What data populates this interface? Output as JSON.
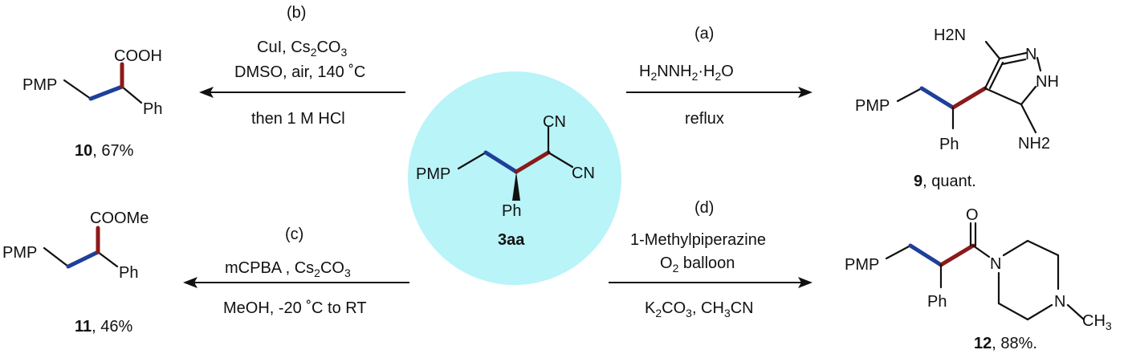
{
  "center": {
    "compound_id": "3aa",
    "labels": {
      "pmp": "PMP",
      "ph": "Ph",
      "cn_top": "CN",
      "cn_right": "CN"
    },
    "circle_color": "#b8f4f8"
  },
  "reaction_a": {
    "label": "(a)",
    "reagent_line1": "H2NNH2·H2O",
    "reagent_line2": "reflux",
    "product_id": "9",
    "yield": ", quant.",
    "labels": {
      "pmp": "PMP",
      "ph": "Ph",
      "nh2_top": "H2N",
      "n": "N",
      "nh": "NH",
      "nh2_bottom": "NH2"
    }
  },
  "reaction_b": {
    "label": "(b)",
    "reagent_line1": "CuI, Cs2CO3",
    "reagent_line2": "DMSO, air, 140 ˚C",
    "reagent_line3": "then 1 M HCl",
    "product_id": "10",
    "yield": ", 67%",
    "labels": {
      "pmp": "PMP",
      "ph": "Ph",
      "acid": "COOH"
    }
  },
  "reaction_c": {
    "label": "(c)",
    "reagent_line1": "mCPBA , Cs2CO3",
    "reagent_line2": "MeOH, -20 ˚C to RT",
    "product_id": "11",
    "yield": ", 46%",
    "labels": {
      "pmp": "PMP",
      "ph": "Ph",
      "ester": "COOMe"
    }
  },
  "reaction_d": {
    "label": "(d)",
    "reagent_line1": "1-Methylpiperazine",
    "reagent_line2": "O2 balloon",
    "reagent_line3": "K2CO3, CH3CN",
    "product_id": "12",
    "yield": ", 88%.",
    "labels": {
      "pmp": "PMP",
      "ph": "Ph",
      "o": "O",
      "n1": "N",
      "n2": "N",
      "ch3": "CH3"
    }
  },
  "colors": {
    "blue_bond": "#1f3f9a",
    "red_bond": "#8b1a1a",
    "highlight": "#b8f4f8"
  }
}
